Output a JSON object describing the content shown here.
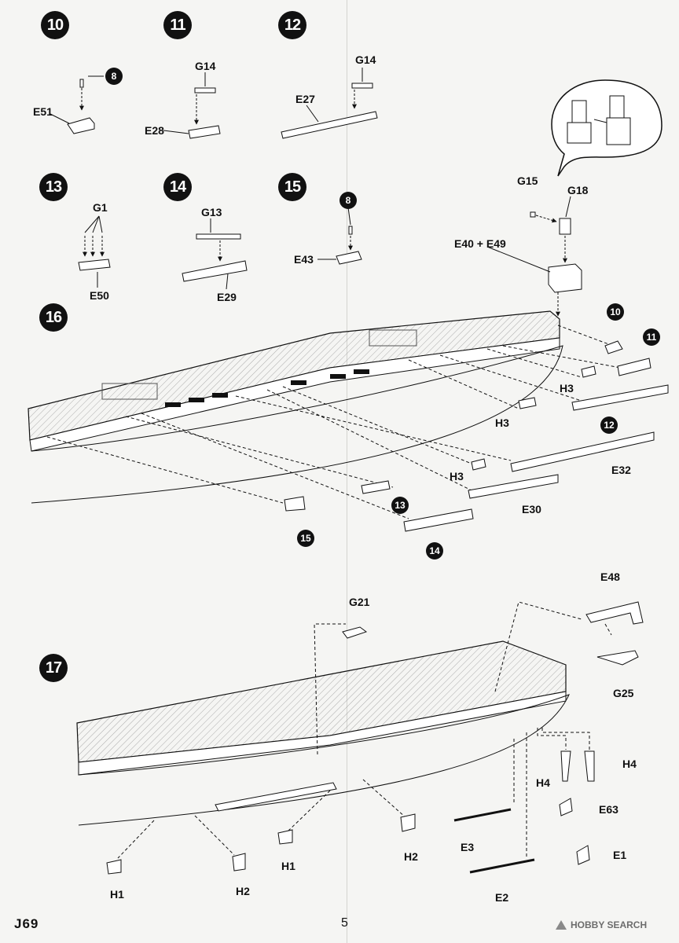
{
  "steps": [
    "10",
    "11",
    "12",
    "13",
    "14",
    "15",
    "16",
    "17"
  ],
  "part_labels": {
    "s10_e51": "E51",
    "s11_g14": "G14",
    "s11_e28": "E28",
    "s12_g14": "G14",
    "s12_e27": "E27",
    "s13_g1": "G1",
    "s13_e50": "E50",
    "s14_g13": "G13",
    "s14_e29": "E29",
    "s15_e43": "E43",
    "g15": "G15",
    "g18": "G18",
    "e40_e49": "E40 + E49",
    "s16_h3a": "H3",
    "s16_h3b": "H3",
    "s16_h3c": "H3",
    "s16_e32": "E32",
    "s16_e30": "E30",
    "s17_g21": "G21",
    "s17_e48": "E48",
    "s17_g25": "G25",
    "s17_h4a": "H4",
    "s17_h4b": "H4",
    "s17_e63": "E63",
    "s17_e3": "E3",
    "s17_e1": "E1",
    "s17_e2": "E2",
    "s17_h1a": "H1",
    "s17_h1b": "H1",
    "s17_h2a": "H2",
    "s17_h2b": "H2"
  },
  "refs": {
    "r8a": "8",
    "r8b": "8",
    "r10": "10",
    "r11": "11",
    "r12": "12",
    "r13": "13",
    "r14": "14",
    "r15": "15"
  },
  "footer": {
    "code": "J69",
    "page": "5",
    "watermark": "HOBBY SEARCH"
  }
}
